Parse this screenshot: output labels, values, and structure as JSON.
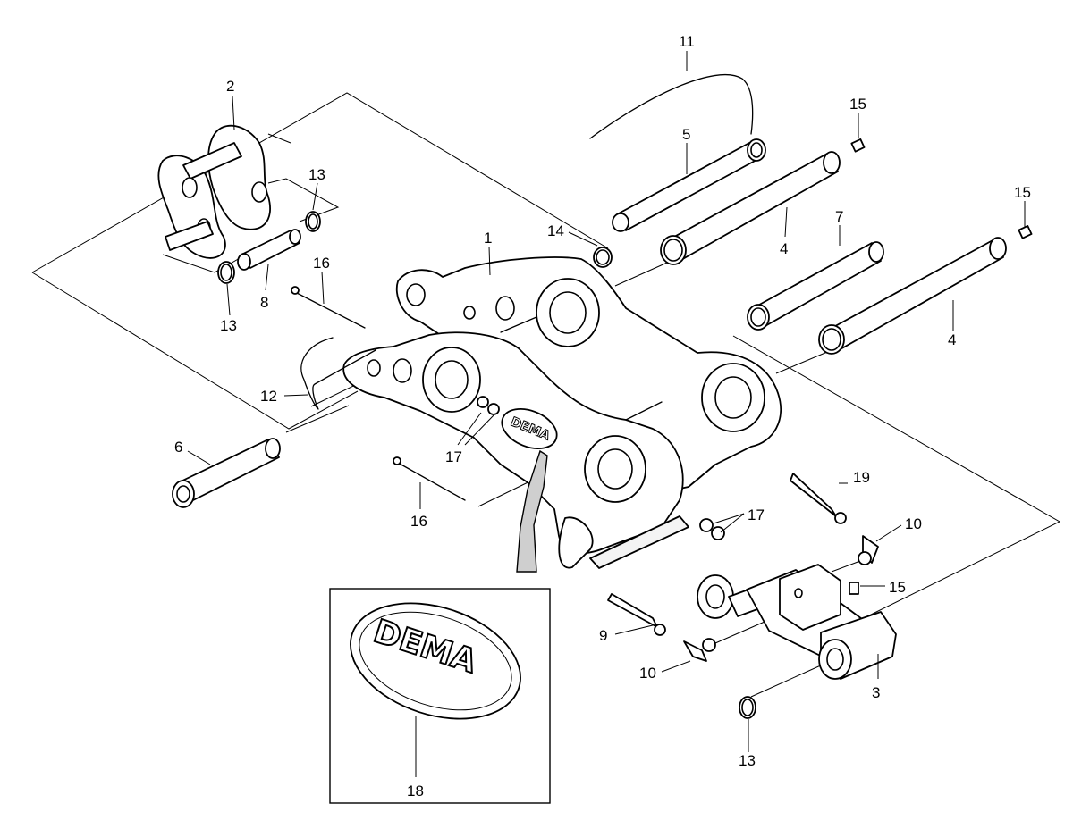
{
  "diagram": {
    "callouts": [
      {
        "id": "c11",
        "label": "11"
      },
      {
        "id": "c2",
        "label": "2"
      },
      {
        "id": "c15a",
        "label": "15"
      },
      {
        "id": "c5",
        "label": "5"
      },
      {
        "id": "c13a",
        "label": "13"
      },
      {
        "id": "c15b",
        "label": "15"
      },
      {
        "id": "c7",
        "label": "7"
      },
      {
        "id": "c14",
        "label": "14"
      },
      {
        "id": "c1",
        "label": "1"
      },
      {
        "id": "c4a",
        "label": "4"
      },
      {
        "id": "c16a",
        "label": "16"
      },
      {
        "id": "c8",
        "label": "8"
      },
      {
        "id": "c13b",
        "label": "13"
      },
      {
        "id": "c4b",
        "label": "4"
      },
      {
        "id": "c12",
        "label": "12"
      },
      {
        "id": "c6",
        "label": "6"
      },
      {
        "id": "c17a",
        "label": "17"
      },
      {
        "id": "c19",
        "label": "19"
      },
      {
        "id": "c16b",
        "label": "16"
      },
      {
        "id": "c17b",
        "label": "17"
      },
      {
        "id": "c10a",
        "label": "10"
      },
      {
        "id": "c15c",
        "label": "15"
      },
      {
        "id": "c9",
        "label": "9"
      },
      {
        "id": "c10b",
        "label": "10"
      },
      {
        "id": "c3",
        "label": "3"
      },
      {
        "id": "c13c",
        "label": "13"
      },
      {
        "id": "c18",
        "label": "18"
      }
    ],
    "logo": {
      "text": "DEMA"
    }
  }
}
